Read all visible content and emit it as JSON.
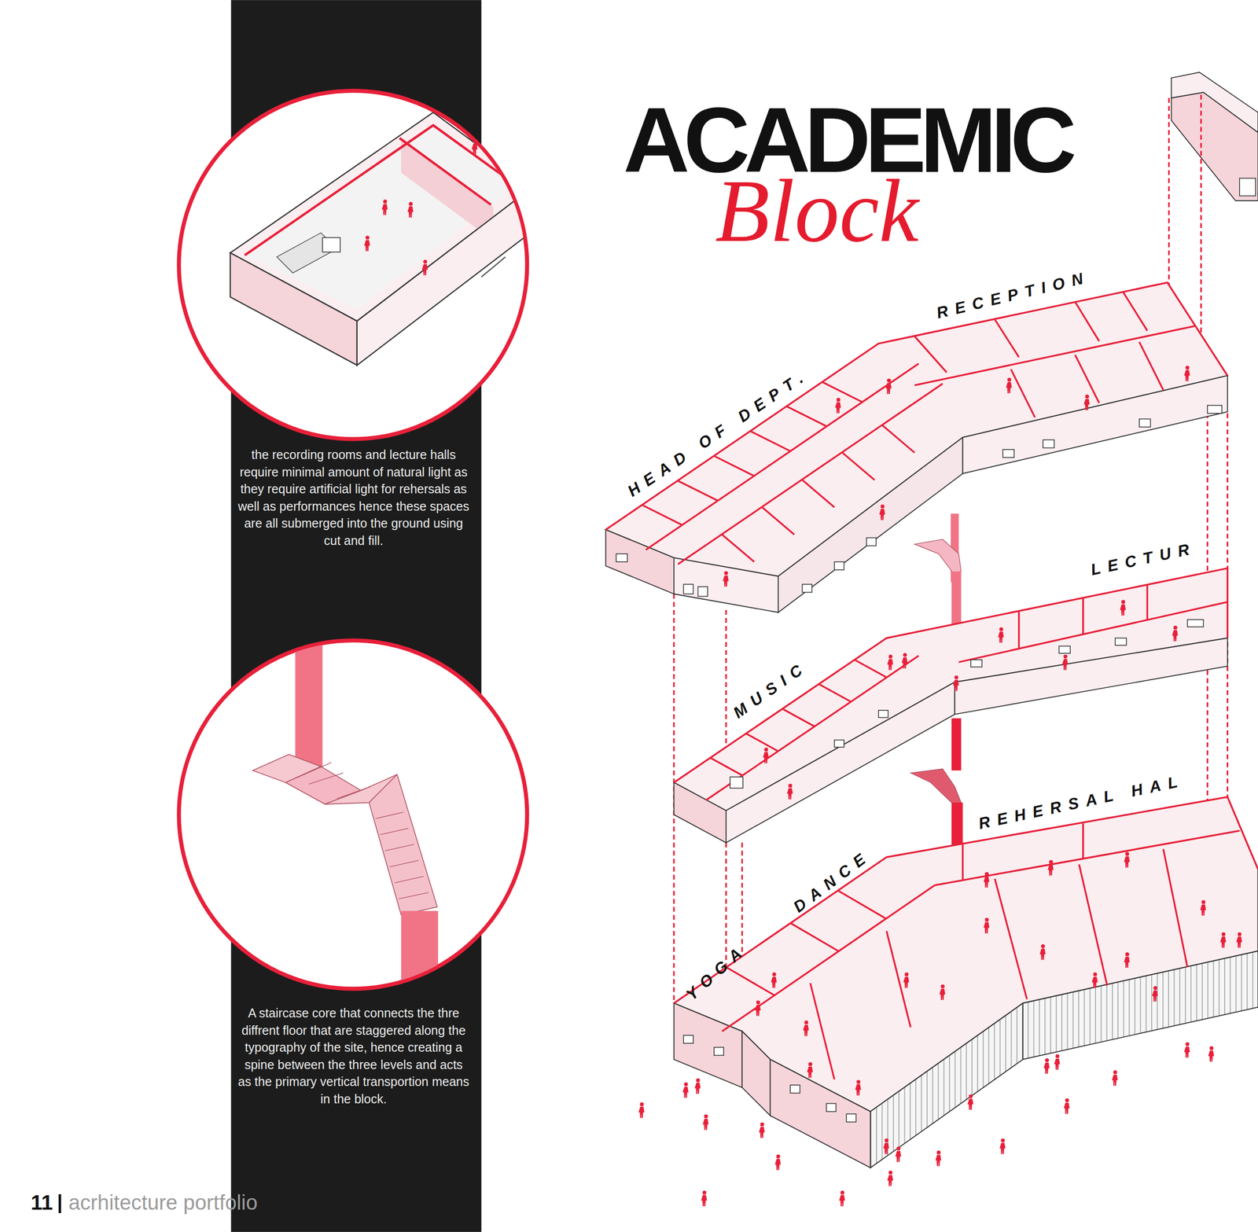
{
  "diagram": {
    "title": "ACADEMIC",
    "labels": [
      "Block",
      "RECEPTION",
      "HEAD OF DEPT.",
      "LECTUR",
      "MUSIC",
      "REHERSAL HAL",
      "DANCE",
      "YOGA",
      "the recording rooms and lecture halls require minimal amount of natural light as they require artificial light for rehersals as well as performances hence these spaces are all submerged into the ground using cut and fill.",
      "A staircase core that connects the thre diffrent floor that are staggered along the typography of the site, hence creating a spine between the three levels and acts as the primary vertical transportion means in the block.",
      "11",
      "acrhitecture portfolio"
    ]
  }
}
